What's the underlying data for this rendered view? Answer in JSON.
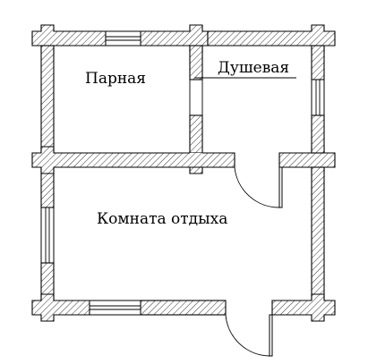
{
  "rooms": {
    "steam_room": "Парная",
    "shower_room": "Душевая",
    "rest_room": "Комната отдыха"
  }
}
